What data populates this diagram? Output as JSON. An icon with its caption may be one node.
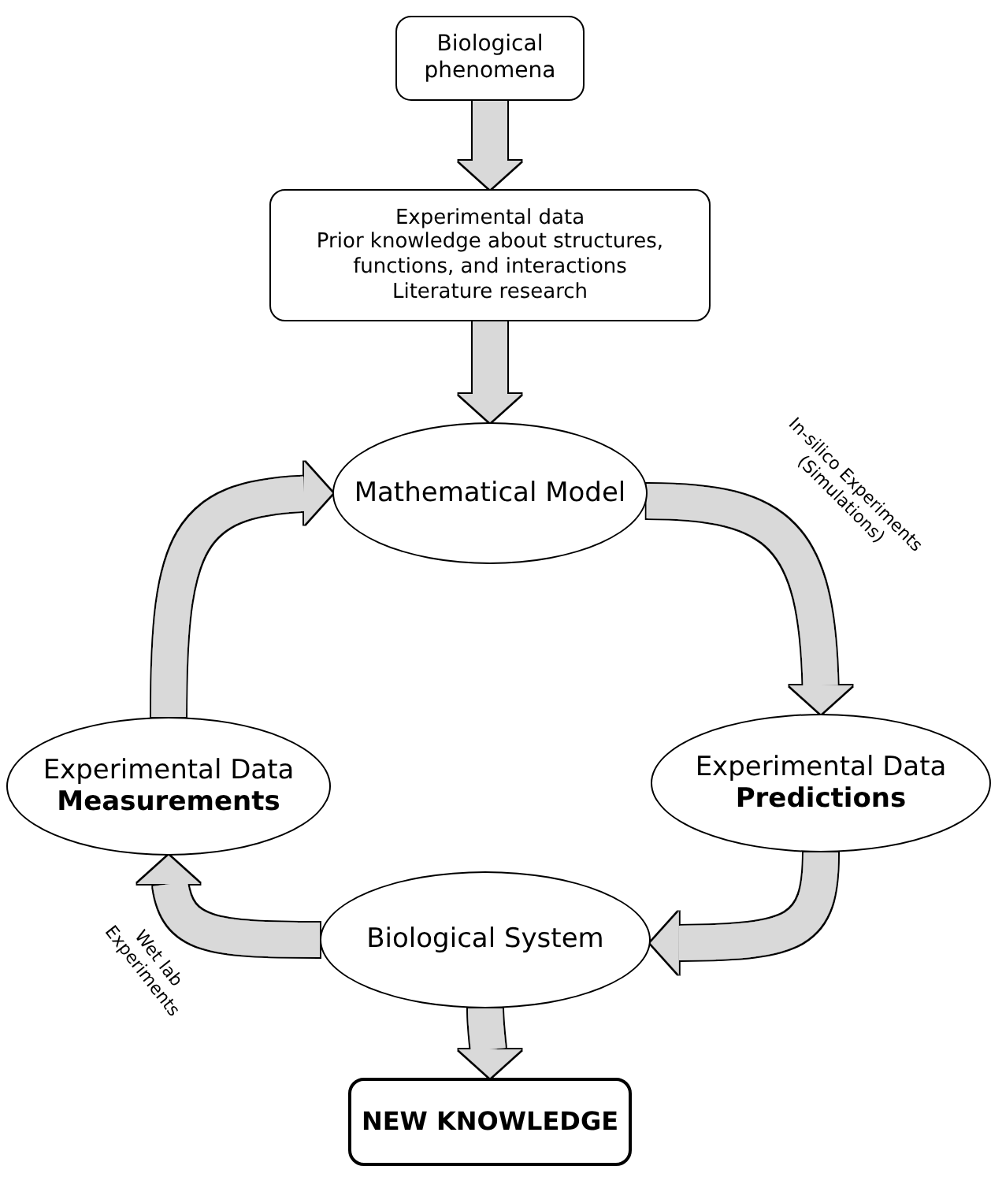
{
  "diagram": {
    "nodes": [
      {
        "text": [
          "Biological phenomena"
        ]
      },
      {
        "text": [
          "Experimental data",
          "Prior knowledge about structures, functions, and interactions",
          "Literature research"
        ]
      },
      {
        "text": [
          "Mathematical Model"
        ]
      },
      {
        "text": [
          "Experimental Data",
          "Measurements"
        ]
      },
      {
        "text": [
          "Experimental Data",
          "Predictions"
        ]
      },
      {
        "text": [
          "Biological System"
        ]
      },
      {
        "text": [
          "NEW KNOWLEDGE"
        ]
      }
    ],
    "edges": [
      {
        "from": 0,
        "to": 1,
        "arrow": "to"
      },
      {
        "from": 1,
        "to": 2,
        "arrow": "to"
      },
      {
        "from": 2,
        "to": 4,
        "arrow": "to",
        "label": "In-silico Experiments (Simulations)"
      },
      {
        "from": 4,
        "to": 5,
        "arrow": "to"
      },
      {
        "from": 5,
        "to": 3,
        "arrow": "to",
        "label": "Wet lab Experiments"
      },
      {
        "from": 3,
        "to": 2,
        "arrow": "to"
      },
      {
        "from": 5,
        "to": 6,
        "arrow": "to"
      }
    ]
  }
}
